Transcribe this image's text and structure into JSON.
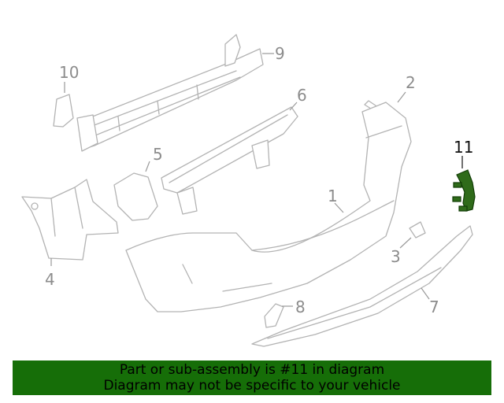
{
  "callouts": {
    "c1": "1",
    "c2": "2",
    "c3": "3",
    "c4": "4",
    "c5": "5",
    "c6": "6",
    "c7": "7",
    "c8": "8",
    "c9": "9",
    "c10": "10",
    "c11": "11"
  },
  "highlighted_part": "11",
  "banner": {
    "line1": "Part or sub-assembly is #11 in diagram",
    "line2": "Diagram may not be specific to your vehicle"
  },
  "colors": {
    "banner_bg": "#166e08",
    "highlight": "#2f6b1a",
    "line_art": "#b3b3b3"
  }
}
